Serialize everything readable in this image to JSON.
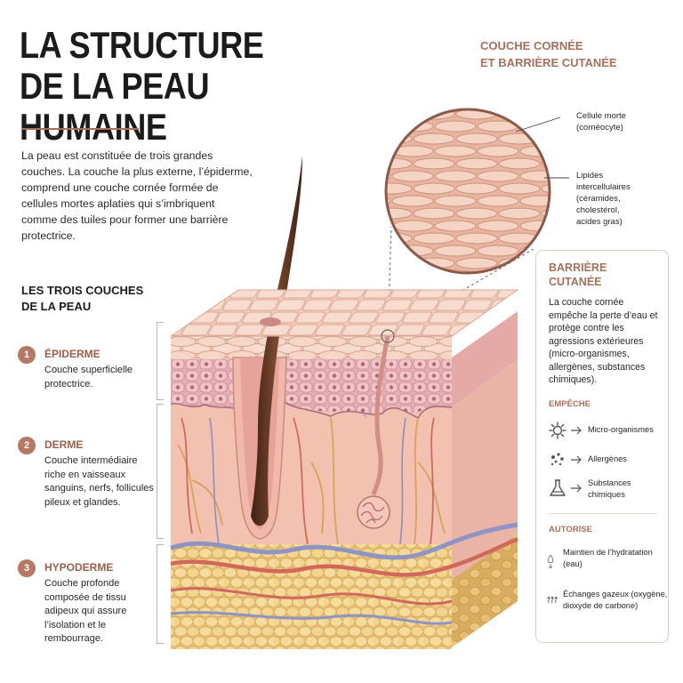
{
  "title_line1": "LA STRUCTURE",
  "title_line2": "DE LA PEAU HUMAINE",
  "intro": "La peau est constituée de trois grandes couches. La couche la plus externe, l’épiderme, comprend une couche cornée formée de cellules mortes aplaties qui s’imbriquent comme des tuiles pour former une barrière protectrice.",
  "layers_heading_line1": "LES TROIS COUCHES",
  "layers_heading_line2": "DE LA PEAU",
  "layers": [
    {
      "num": "1",
      "name": "ÉPIDERME",
      "desc": "Couche superficielle protectrice."
    },
    {
      "num": "2",
      "name": "DERME",
      "desc": "Couche intermédiaire riche en vaisseaux sanguins, nerfs, follicules pileux et glandes."
    },
    {
      "num": "3",
      "name": "HYPODERME",
      "desc": "Couche profonde composée de tissu adipeux qui assure l’isolation et le rembourrage."
    }
  ],
  "callout_line1": "COUCHE CORNÉE",
  "callout_line2": "ET BARRIÈRE CUTANÉE",
  "zoom_labels": {
    "dead_cell": "Cellule morte",
    "dead_cell_sub": "(cornéocyte)",
    "lipids": "Lipides intercellulaires",
    "lipids_sub": "(céramides, cholestérol, acides gras)"
  },
  "panel": {
    "title_line1": "BARRIÈRE",
    "title_line2": "CUTANÉE",
    "desc": "La couche cornée empêche la perte d’eau et protège contre les agressions extérieures (micro-organismes, allergènes, substances chimiques).",
    "prevents_label": "EMPÊCHE",
    "prevents": [
      {
        "icon": "microorganism-icon",
        "label": "Micro-organismes"
      },
      {
        "icon": "allergen-icon",
        "label": "Allergènes"
      },
      {
        "icon": "flask-icon",
        "label": "Substances chimiques"
      }
    ],
    "allows_label": "AUTORISE",
    "allows": [
      {
        "icon": "water-drop-icon",
        "label": "Maintien de l’hydratation (eau)"
      },
      {
        "icon": "gas-exchange-icon",
        "label": "Échanges gazeux (oxygène, dioxyde de carbone)"
      }
    ]
  },
  "colors": {
    "accent": "#a8705a",
    "skin": "#f1c1ae",
    "fat": "#f1d089",
    "hair": "#5b3320"
  }
}
